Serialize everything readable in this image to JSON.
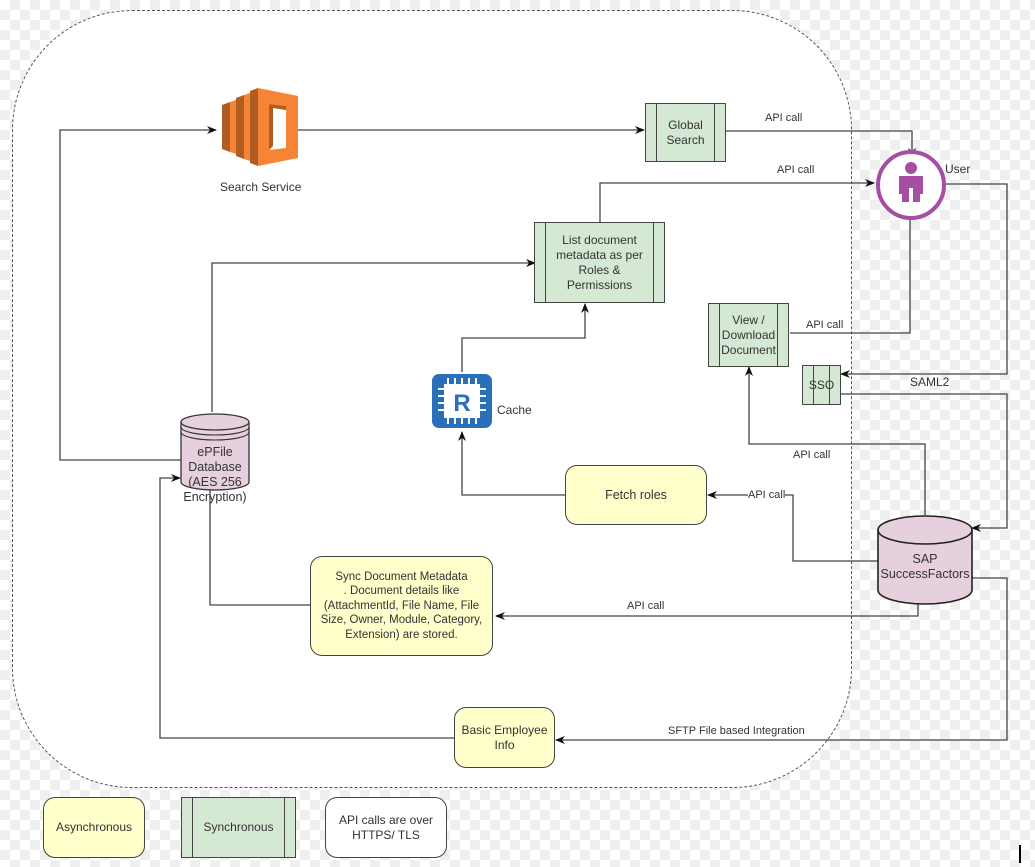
{
  "diagram": {
    "nodes": {
      "search_service": {
        "label": "Search Service",
        "icon": "aws-search-service-icon",
        "color": "#f58534"
      },
      "global_search": {
        "label": "Global\nSearch",
        "type": "synchronous"
      },
      "user": {
        "label": "User",
        "icon": "user-icon",
        "color": "#a54fa4"
      },
      "list_document": {
        "label": "List document\nmetadata as per\nRoles &\nPermissions",
        "type": "synchronous"
      },
      "view_download": {
        "label": "View /\nDownload\nDocument",
        "type": "synchronous"
      },
      "sso": {
        "label": "SSO",
        "type": "synchronous"
      },
      "cache": {
        "label": "Cache",
        "icon": "redis-cache-icon",
        "color": "#2a6fba"
      },
      "epfile_db": {
        "label": "ePFile\nDatabase\n(AES 256\nEncryption)",
        "type": "database",
        "color": "#e6d0de"
      },
      "fetch_roles": {
        "label": "Fetch roles",
        "type": "asynchronous"
      },
      "sap_sf": {
        "label": "SAP\nSuccessFactors",
        "type": "database",
        "color": "#e6d0de"
      },
      "sync_metadata": {
        "label": "Sync Document Metadata\n. Document details like\n(AttachmentId, File Name, File\nSize, Owner, Module, Category,\nExtension) are stored.",
        "type": "asynchronous"
      },
      "basic_employee": {
        "label": "Basic Employee\nInfo",
        "type": "asynchronous"
      }
    },
    "edge_labels": {
      "global_to_user": "API call",
      "list_to_user": "API call",
      "view_to_user": "API call",
      "user_to_sso": "SAML2",
      "sap_to_view": "API call",
      "sap_to_fetch": "API call",
      "sap_to_sync": "API call",
      "sap_to_basic": "SFTP File based Integration"
    },
    "legend": {
      "async": "Asynchronous",
      "sync": "Synchronous",
      "note": "API calls are over\nHTTPS/ TLS"
    },
    "colors": {
      "sync_fill": "#d5e8d4",
      "async_fill": "#ffffcc",
      "db_fill": "#e6d0de"
    }
  }
}
